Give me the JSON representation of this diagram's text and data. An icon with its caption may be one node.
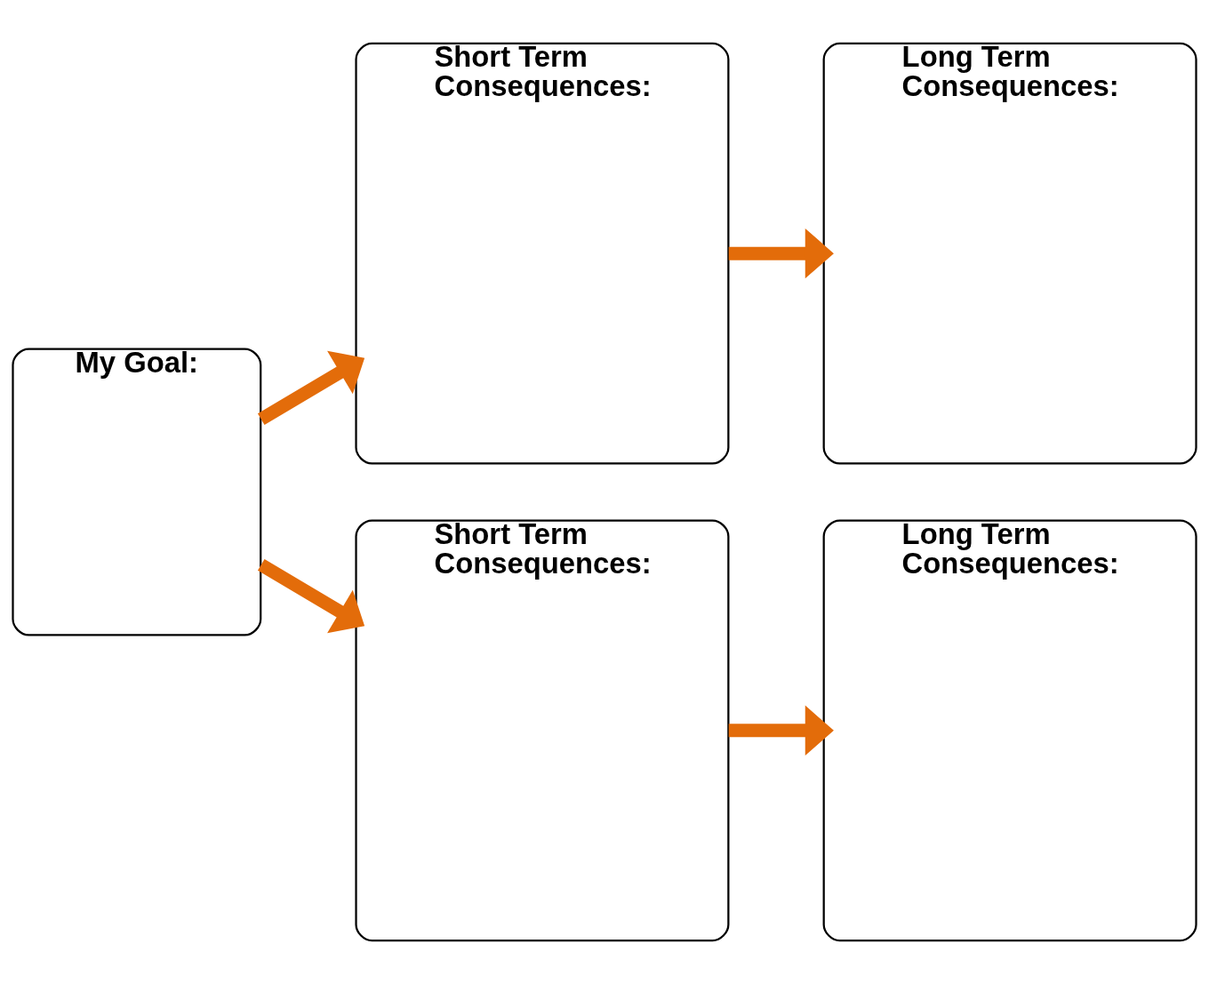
{
  "diagram": {
    "nodes": [
      {
        "text": [
          "My Goal:"
        ]
      },
      {
        "text": [
          "Short Term Consequences:"
        ]
      },
      {
        "text": [
          "Long Term Consequences:"
        ]
      },
      {
        "text": [
          "Short Term Consequences:"
        ]
      },
      {
        "text": [
          "Long Term Consequences:"
        ]
      }
    ],
    "edges": [
      {
        "from": 0,
        "to": 1,
        "arrow": "to"
      },
      {
        "from": 1,
        "to": 2,
        "arrow": "to"
      },
      {
        "from": 0,
        "to": 3,
        "arrow": "to"
      },
      {
        "from": 3,
        "to": 4,
        "arrow": "to"
      }
    ]
  }
}
